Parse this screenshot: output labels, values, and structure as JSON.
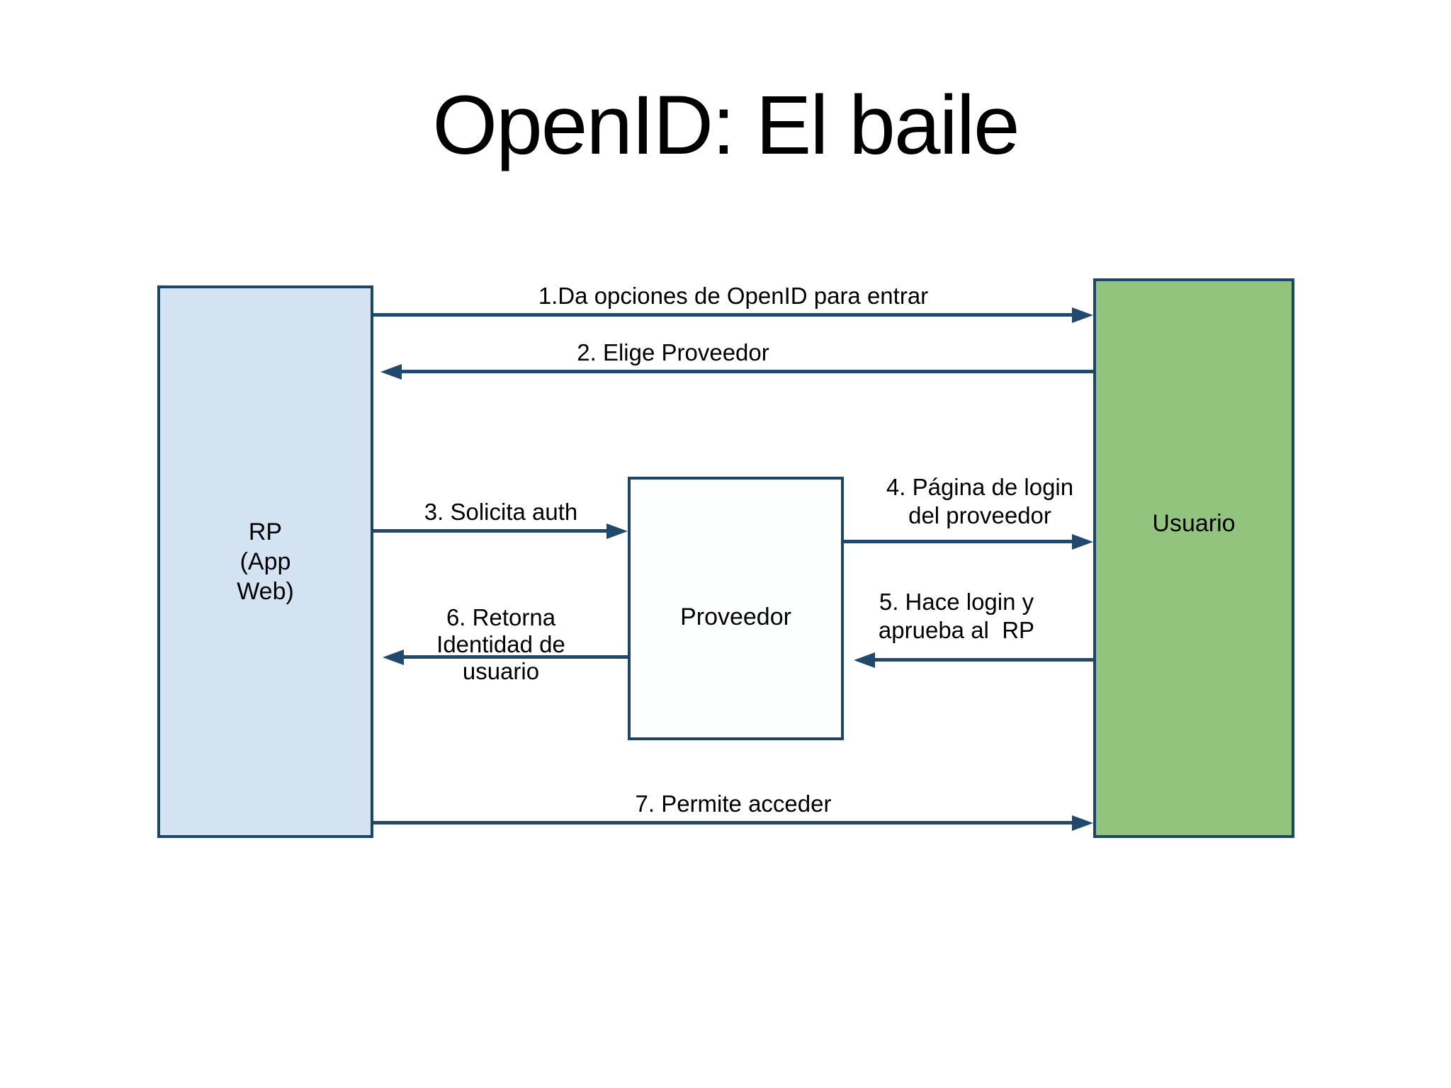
{
  "title": "OpenID: El baile",
  "colors": {
    "rp_fill": "#d4e3f2",
    "proveedor_fill": "#fdfefe",
    "usuario_fill": "#93c47d",
    "border": "#1d4567",
    "arrow": "#21486d",
    "background": "#ffffff",
    "text": "#000000"
  },
  "diagram": {
    "actors": [
      {
        "id": "rp",
        "label": "RP\n(App\nWeb)"
      },
      {
        "id": "proveedor",
        "label": "Proveedor"
      },
      {
        "id": "usuario",
        "label": "Usuario"
      }
    ],
    "messages": [
      {
        "num": 1,
        "label": "1.Da opciones de OpenID para entrar",
        "from": "rp",
        "to": "usuario",
        "direction": "right"
      },
      {
        "num": 2,
        "label": "2. Elige Proveedor",
        "from": "usuario",
        "to": "rp",
        "direction": "left"
      },
      {
        "num": 3,
        "label": "3. Solicita auth",
        "from": "rp",
        "to": "proveedor",
        "direction": "right"
      },
      {
        "num": 4,
        "label": "4. Página de login\ndel proveedor",
        "from": "proveedor",
        "to": "usuario",
        "direction": "right"
      },
      {
        "num": 5,
        "label": "5. Hace login y\naprueba al  RP",
        "from": "usuario",
        "to": "proveedor",
        "direction": "left"
      },
      {
        "num": 6,
        "label": "6. Retorna\nIdentidad de\nusuario",
        "from": "proveedor",
        "to": "rp",
        "direction": "left"
      },
      {
        "num": 7,
        "label": "7. Permite acceder",
        "from": "rp",
        "to": "usuario",
        "direction": "right"
      }
    ]
  }
}
